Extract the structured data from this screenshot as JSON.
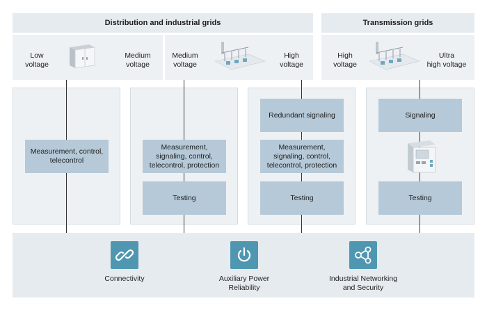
{
  "headers": {
    "distribution": "Distribution and industrial grids",
    "transmission": "Transmission grids"
  },
  "voltage_labels": {
    "low": [
      "Low",
      "voltage"
    ],
    "medium_a": [
      "Medium",
      "voltage"
    ],
    "medium_b": [
      "Medium",
      "voltage"
    ],
    "high_a": [
      "High",
      "voltage"
    ],
    "high_b": [
      "High",
      "voltage"
    ],
    "ultra": [
      "Ultra",
      "high voltage"
    ]
  },
  "columns": {
    "col1": {
      "main": "Measurement, control, telecontrol"
    },
    "col2": {
      "main": "Measurement, signaling, control, telecontrol, protection",
      "testing": "Testing"
    },
    "col3": {
      "redundant": "Redundant signaling",
      "main": "Measurement, signaling, control, telecontrol, protection",
      "testing": "Testing"
    },
    "col4": {
      "signaling": "Signaling",
      "testing": "Testing"
    }
  },
  "bottom": {
    "connectivity": "Connectivity",
    "power": [
      "Auxiliary Power",
      "Reliability"
    ],
    "networking": [
      "Industrial Networking",
      "and Security"
    ]
  },
  "icons": {
    "connectivity": "link-icon",
    "power": "power-icon",
    "networking": "network-icon"
  },
  "colors": {
    "header_bg": "#e6ebf0",
    "box": "#b5c9d8",
    "icon": "#4f97b1"
  }
}
